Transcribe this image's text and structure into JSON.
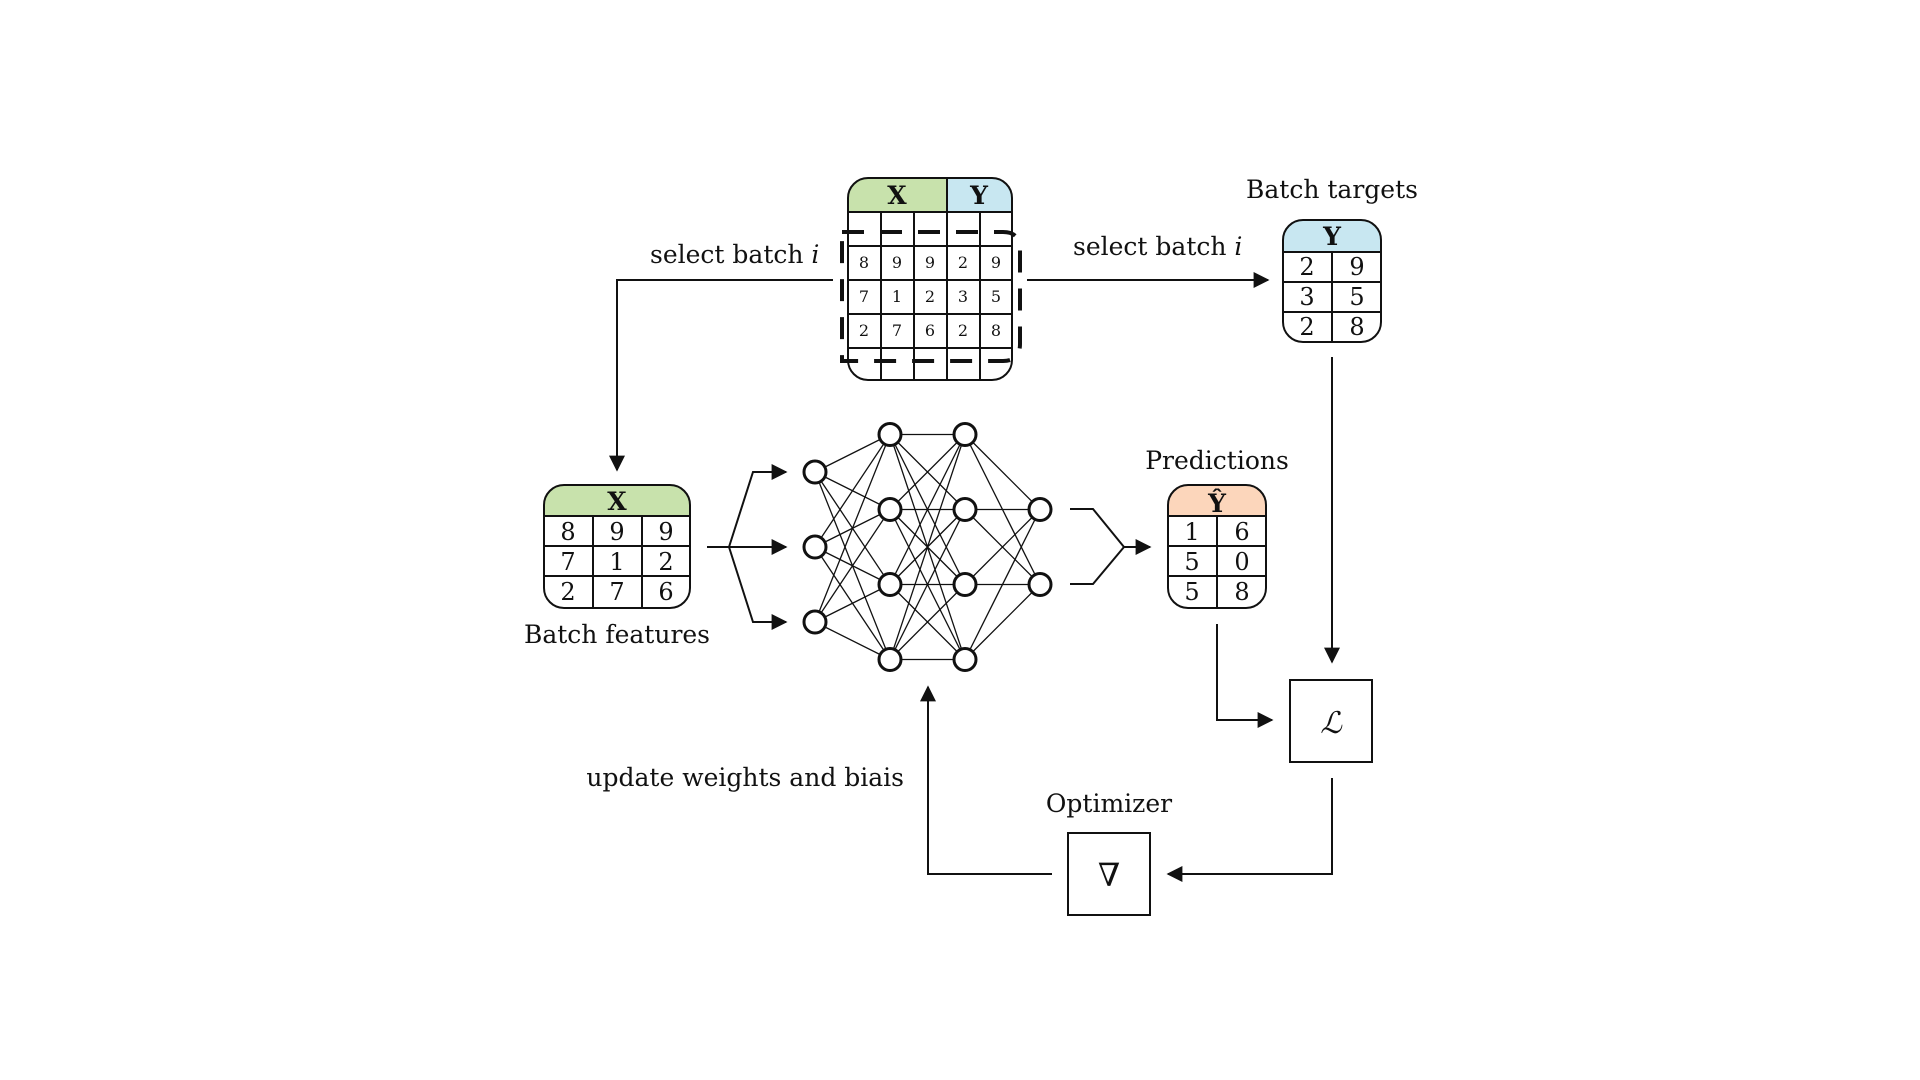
{
  "colors": {
    "x_header": "#c8e2ac",
    "y_header": "#c8e7f1",
    "yhat_header": "#fcd6bb",
    "stroke": "#111111"
  },
  "dataset": {
    "x_header": "X",
    "y_header": "Y",
    "rows": [
      [
        "8",
        "9",
        "9",
        "2",
        "9"
      ],
      [
        "7",
        "1",
        "2",
        "3",
        "5"
      ],
      [
        "2",
        "7",
        "6",
        "2",
        "8"
      ]
    ]
  },
  "labels": {
    "select_batch_left": "select batch",
    "select_batch_right": "select batch",
    "batch_index": "i",
    "batch_targets": "Batch targets",
    "batch_features": "Batch features",
    "predictions": "Predictions",
    "optimizer": "Optimizer",
    "update": "update weights and biais",
    "loss_symbol": "ℒ",
    "optimizer_symbol": "∇"
  },
  "batch_features": {
    "header": "X",
    "rows": [
      [
        "8",
        "9",
        "9"
      ],
      [
        "7",
        "1",
        "2"
      ],
      [
        "2",
        "7",
        "6"
      ]
    ]
  },
  "batch_targets": {
    "header": "Y",
    "rows": [
      [
        "2",
        "9"
      ],
      [
        "3",
        "5"
      ],
      [
        "2",
        "8"
      ]
    ]
  },
  "predictions": {
    "header": "Ŷ",
    "rows": [
      [
        "1",
        "6"
      ],
      [
        "5",
        "0"
      ],
      [
        "5",
        "8"
      ]
    ]
  },
  "network": {
    "layers": [
      3,
      4,
      4,
      2
    ]
  }
}
